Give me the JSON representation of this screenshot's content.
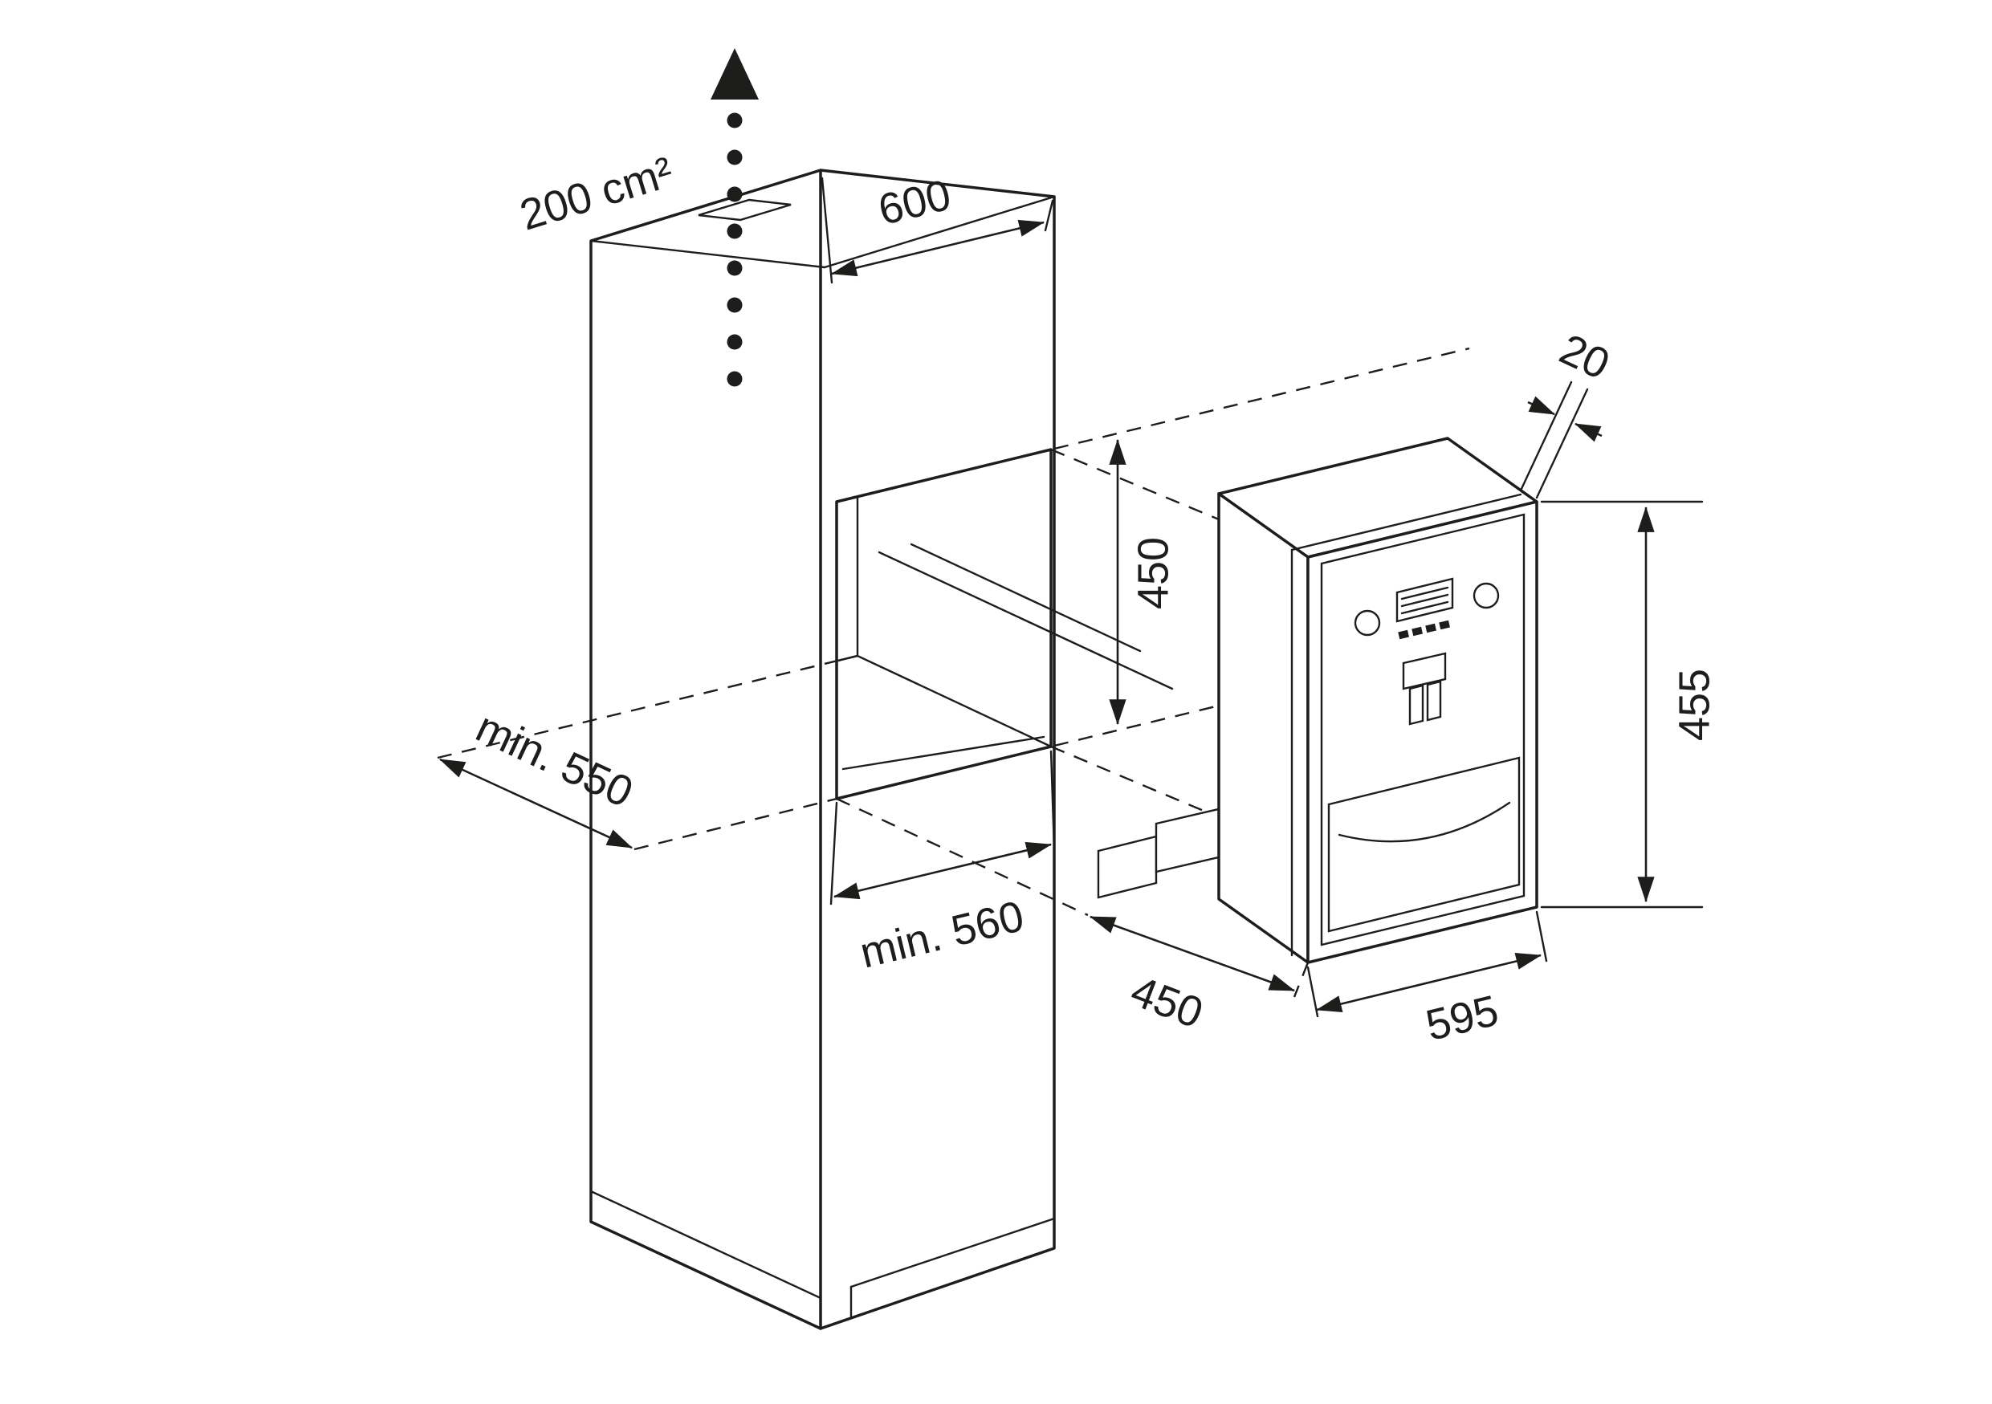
{
  "diagram_type": "appliance-installation-drawing",
  "colors": {
    "line": "#1d1d1b",
    "background": "#ffffff"
  },
  "dimensions": {
    "vent_area": "200 cm²",
    "top_width": "600",
    "niche_height": "450",
    "front_gap": "20",
    "appliance_height": "455",
    "interior_depth": "min. 550",
    "niche_width": "min. 560",
    "pullout_depth": "450",
    "appliance_width": "595"
  }
}
